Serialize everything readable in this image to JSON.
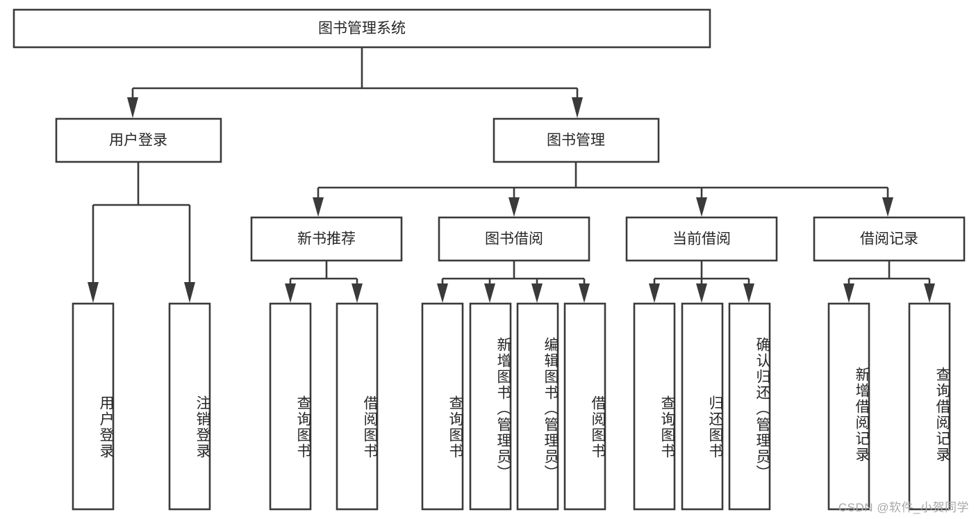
{
  "diagram": {
    "type": "tree-hierarchy-flowchart",
    "title": "图书管理系统",
    "watermark": "CSDN @软件_小贺同学",
    "colors": {
      "background": "#ffffff",
      "stroke": "#3a3a3a",
      "box_fill": "#ffffff",
      "text": "#262626",
      "watermark": "#a8a8a8"
    },
    "root": {
      "label": "图书管理系统",
      "orientation": "horizontal"
    },
    "level2": [
      {
        "label": "用户登录",
        "orientation": "horizontal"
      },
      {
        "label": "图书管理",
        "orientation": "horizontal"
      }
    ],
    "level3": [
      {
        "label": "新书推荐",
        "orientation": "horizontal"
      },
      {
        "label": "图书借阅",
        "orientation": "horizontal"
      },
      {
        "label": "当前借阅",
        "orientation": "horizontal"
      },
      {
        "label": "借阅记录",
        "orientation": "horizontal"
      }
    ],
    "leaves": {
      "user_login": [
        {
          "label": "用户登录",
          "orientation": "vertical"
        },
        {
          "label": "注销登录",
          "orientation": "vertical"
        }
      ],
      "new_book_recommend": [
        {
          "label": "查询图书",
          "orientation": "vertical"
        },
        {
          "label": "借阅图书",
          "orientation": "vertical"
        }
      ],
      "book_borrow": [
        {
          "label": "查询图书",
          "orientation": "vertical"
        },
        {
          "label": "新增图书（管理员）",
          "orientation": "vertical"
        },
        {
          "label": "编辑图书（管理员）",
          "orientation": "vertical"
        },
        {
          "label": "借阅图书",
          "orientation": "vertical"
        }
      ],
      "current_borrow": [
        {
          "label": "查询图书",
          "orientation": "vertical"
        },
        {
          "label": "归还图书",
          "orientation": "vertical"
        },
        {
          "label": "确认归还（管理员）",
          "orientation": "vertical"
        }
      ],
      "borrow_record": [
        {
          "label": "新增借阅记录",
          "orientation": "vertical"
        },
        {
          "label": "查询借阅记录",
          "orientation": "vertical"
        }
      ]
    }
  }
}
